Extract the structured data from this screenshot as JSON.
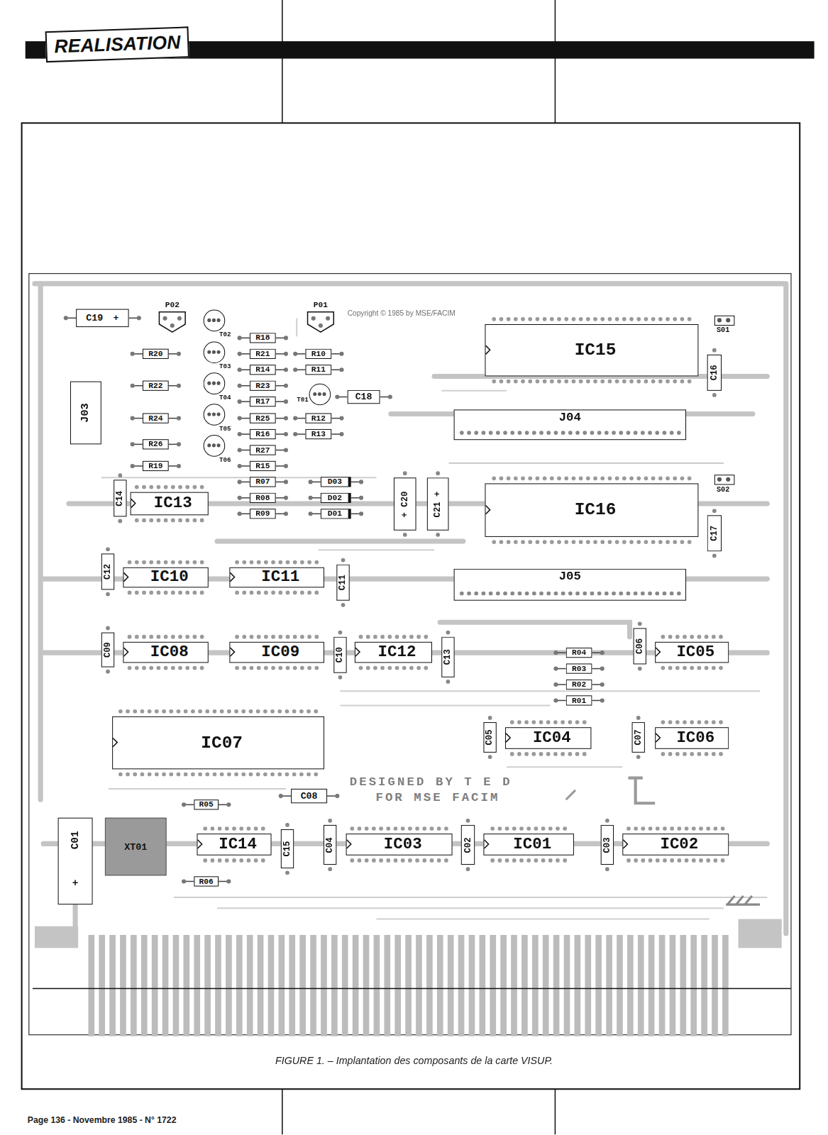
{
  "diagram": {
    "title": "REALISATION",
    "caption": "FIGURE 1. – Implantation des composants de la carte VISUP.",
    "nodes": [
      {
        "text": [
          "C19",
          "+"
        ]
      },
      {
        "text": [
          "P02"
        ]
      },
      {
        "text": [
          "T02"
        ]
      },
      {
        "text": [
          "P01"
        ]
      },
      {
        "text": [
          "IC15"
        ]
      },
      {
        "text": [
          "S01"
        ]
      },
      {
        "text": [
          "R18"
        ]
      },
      {
        "text": [
          "R20"
        ]
      },
      {
        "text": [
          "T03"
        ]
      },
      {
        "text": [
          "R21"
        ]
      },
      {
        "text": [
          "R10"
        ]
      },
      {
        "text": [
          "R14"
        ]
      },
      {
        "text": [
          "R11"
        ]
      },
      {
        "text": [
          "C16"
        ]
      },
      {
        "text": [
          "R22"
        ]
      },
      {
        "text": [
          "T04"
        ]
      },
      {
        "text": [
          "R23"
        ]
      },
      {
        "text": [
          "J03"
        ]
      },
      {
        "text": [
          "T01"
        ]
      },
      {
        "text": [
          "C18"
        ]
      },
      {
        "text": [
          "R17"
        ]
      },
      {
        "text": [
          "J04"
        ]
      },
      {
        "text": [
          "R24"
        ]
      },
      {
        "text": [
          "T05"
        ]
      },
      {
        "text": [
          "R25"
        ]
      },
      {
        "text": [
          "R12"
        ]
      },
      {
        "text": [
          "R16"
        ]
      },
      {
        "text": [
          "R13"
        ]
      },
      {
        "text": [
          "R26"
        ]
      },
      {
        "text": [
          "T06"
        ]
      },
      {
        "text": [
          "R27"
        ]
      },
      {
        "text": [
          "R19"
        ]
      },
      {
        "text": [
          "R15"
        ]
      },
      {
        "text": [
          "S02"
        ]
      },
      {
        "text": [
          "R07"
        ]
      },
      {
        "text": [
          "D03"
        ]
      },
      {
        "text": [
          "+ C20"
        ]
      },
      {
        "text": [
          "C21 +"
        ]
      },
      {
        "text": [
          "IC16"
        ]
      },
      {
        "text": [
          "C14"
        ]
      },
      {
        "text": [
          "IC13"
        ]
      },
      {
        "text": [
          "R08"
        ]
      },
      {
        "text": [
          "D02"
        ]
      },
      {
        "text": [
          "R09"
        ]
      },
      {
        "text": [
          "D01"
        ]
      },
      {
        "text": [
          "C17"
        ]
      },
      {
        "text": [
          "C12"
        ]
      },
      {
        "text": [
          "IC10"
        ]
      },
      {
        "text": [
          "IC11"
        ]
      },
      {
        "text": [
          "C11"
        ]
      },
      {
        "text": [
          "J05"
        ]
      },
      {
        "text": [
          "C06"
        ]
      },
      {
        "text": [
          "C09"
        ]
      },
      {
        "text": [
          "IC08"
        ]
      },
      {
        "text": [
          "IC09"
        ]
      },
      {
        "text": [
          "C10"
        ]
      },
      {
        "text": [
          "IC12"
        ]
      },
      {
        "text": [
          "C13"
        ]
      },
      {
        "text": [
          "IC05"
        ]
      },
      {
        "text": [
          "R04"
        ]
      },
      {
        "text": [
          "R03"
        ]
      },
      {
        "text": [
          "R02"
        ]
      },
      {
        "text": [
          "R01"
        ]
      },
      {
        "text": [
          "IC07"
        ]
      },
      {
        "text": [
          "C05"
        ]
      },
      {
        "text": [
          "IC04"
        ]
      },
      {
        "text": [
          "C07"
        ]
      },
      {
        "text": [
          "IC06"
        ]
      },
      {
        "text": [
          "C08"
        ]
      },
      {
        "text": [
          "R05"
        ]
      },
      {
        "text": [
          "C01",
          "+"
        ]
      },
      {
        "text": [
          "XT01"
        ]
      },
      {
        "text": [
          "IC14"
        ]
      },
      {
        "text": [
          "C15"
        ]
      },
      {
        "text": [
          "C04"
        ]
      },
      {
        "text": [
          "IC03"
        ]
      },
      {
        "text": [
          "C02"
        ]
      },
      {
        "text": [
          "IC01"
        ]
      },
      {
        "text": [
          "C03"
        ]
      },
      {
        "text": [
          "IC02"
        ]
      },
      {
        "text": [
          "R06"
        ]
      }
    ],
    "labels": [
      "Copyright © 1985 by MSE/FACIM",
      "DESIGNED BY T E D",
      "FOR MSE FACIM",
      "Page 136 - Novembre 1985 - N° 1722"
    ]
  }
}
